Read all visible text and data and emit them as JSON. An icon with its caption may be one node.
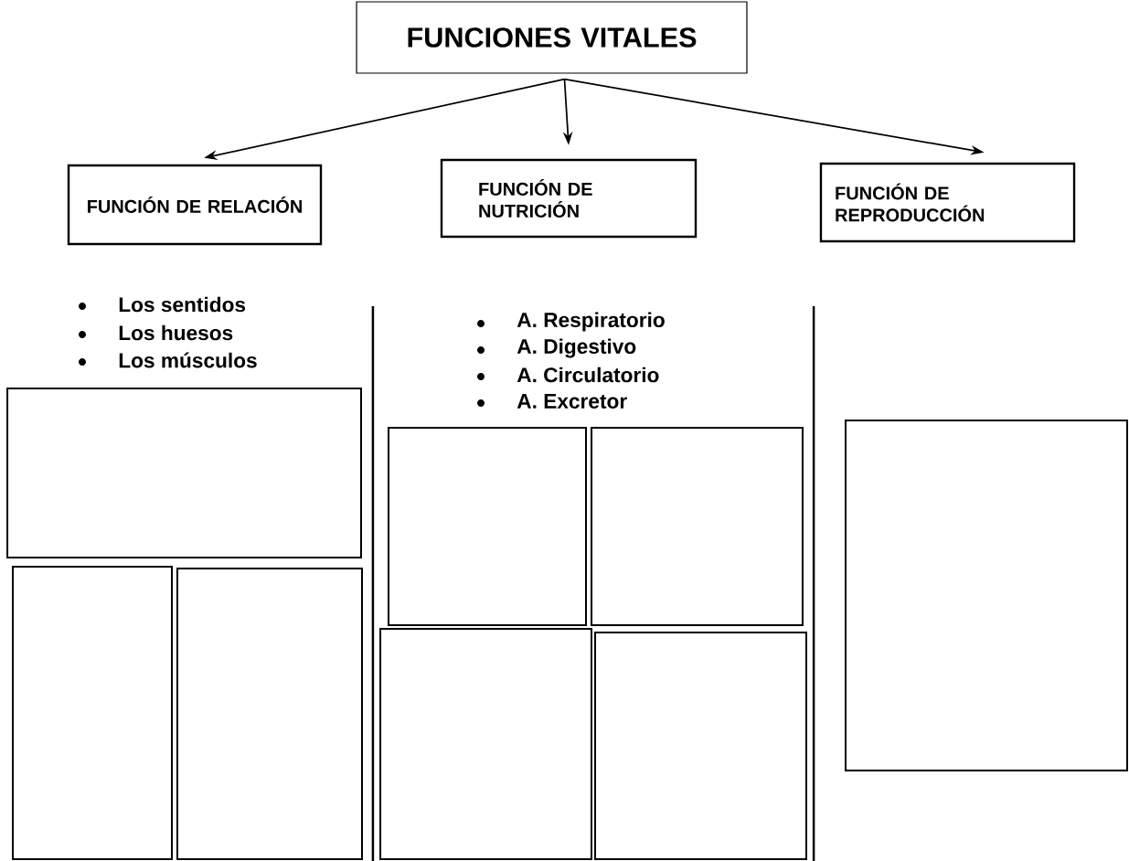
{
  "diagram": {
    "nodes": [
      {
        "text": [
          "FUNCIONES VITALES"
        ]
      },
      {
        "text": [
          "FUNCIÓN DE RELACIÓN"
        ]
      },
      {
        "text": [
          "FUNCIÓN DE NUTRICIÓN"
        ]
      },
      {
        "text": [
          "FUNCIÓN DE REPRODUCCIÓN"
        ]
      },
      {
        "text": [],
        "shape": "box"
      },
      {
        "text": [],
        "shape": "box"
      },
      {
        "text": [],
        "shape": "box"
      },
      {
        "text": [],
        "shape": "box"
      },
      {
        "text": [],
        "shape": "box"
      },
      {
        "text": [],
        "shape": "box"
      },
      {
        "text": [],
        "shape": "box"
      },
      {
        "text": [],
        "shape": "box"
      }
    ],
    "edges": [
      {
        "from": 0,
        "to": 1,
        "arrow": "to"
      },
      {
        "from": 0,
        "to": 2,
        "arrow": "to"
      },
      {
        "from": 0,
        "to": 3,
        "arrow": "to"
      }
    ],
    "labels": [
      "Los sentidos",
      "Los huesos",
      "Los músculos",
      "A. Respiratorio",
      "A. Digestivo",
      "A. Circulatorio",
      "A. Excretor"
    ]
  }
}
